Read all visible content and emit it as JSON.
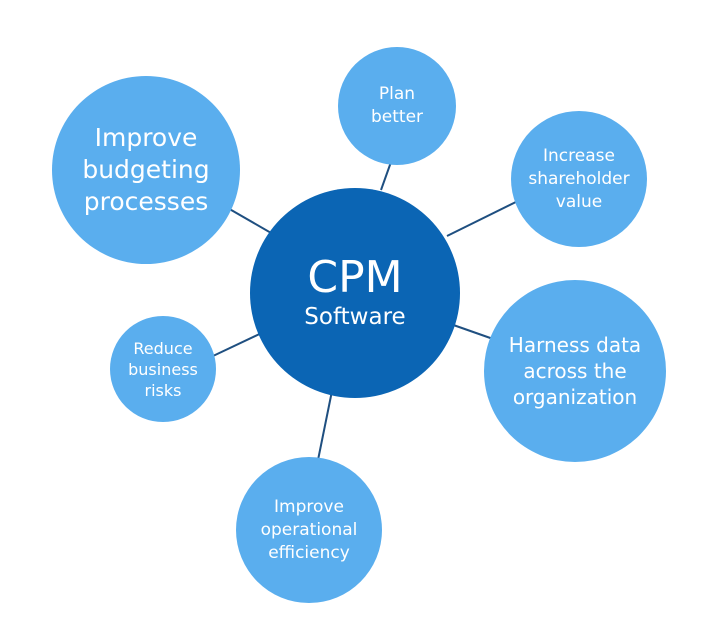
{
  "center": {
    "title": "CPM",
    "subtitle": "Software"
  },
  "satellites": {
    "budgeting": [
      "Improve",
      "budgeting",
      "processes"
    ],
    "plan": [
      "Plan",
      "better"
    ],
    "shareholder": [
      "Increase",
      "shareholder",
      "value"
    ],
    "harness": [
      "Harness data",
      "across the",
      "organization"
    ],
    "risks": [
      "Reduce",
      "business",
      "risks"
    ],
    "operational": [
      "Improve",
      "operational",
      "efficiency"
    ]
  },
  "colors": {
    "center": "#0b65b4",
    "satellite": "#5aaeee",
    "connector": "#1f4f80"
  }
}
